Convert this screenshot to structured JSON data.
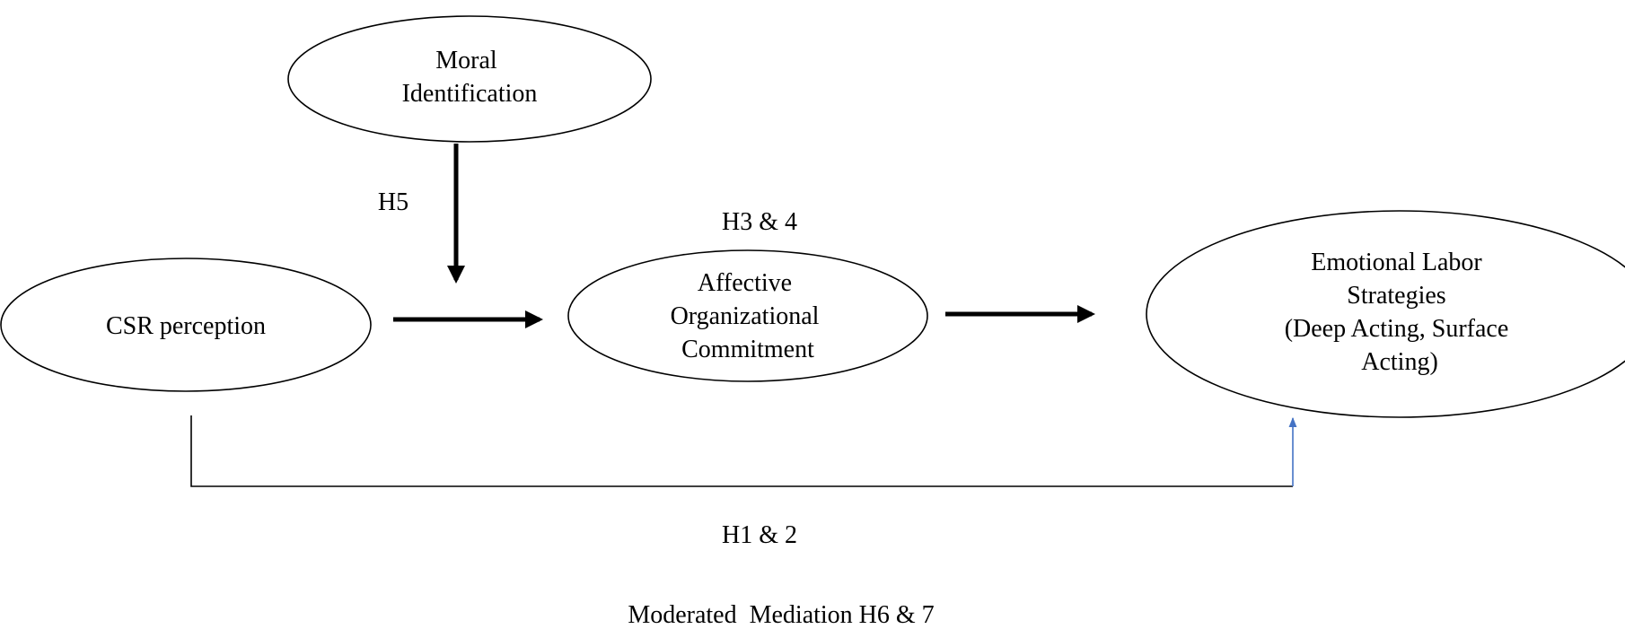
{
  "nodes": {
    "moral_identification": {
      "lines": [
        "Moral",
        "Identification"
      ]
    },
    "csr_perception": {
      "lines": [
        "CSR perception"
      ]
    },
    "affective_commitment": {
      "lines": [
        "Affective",
        "Organizational",
        "Commitment"
      ]
    },
    "emotional_labor": {
      "lines": [
        "Emotional Labor",
        "Strategies",
        "(Deep Acting,  Surface",
        "Acting)"
      ]
    }
  },
  "labels": {
    "h5": "H5",
    "h3_4": "H3 & 4",
    "h1_2": "H1 & 2",
    "moderated_mediation": "Moderated  Mediation H6 & 7"
  },
  "colors": {
    "direct_path_arrow": "#4472c4",
    "stroke": "#000000"
  }
}
